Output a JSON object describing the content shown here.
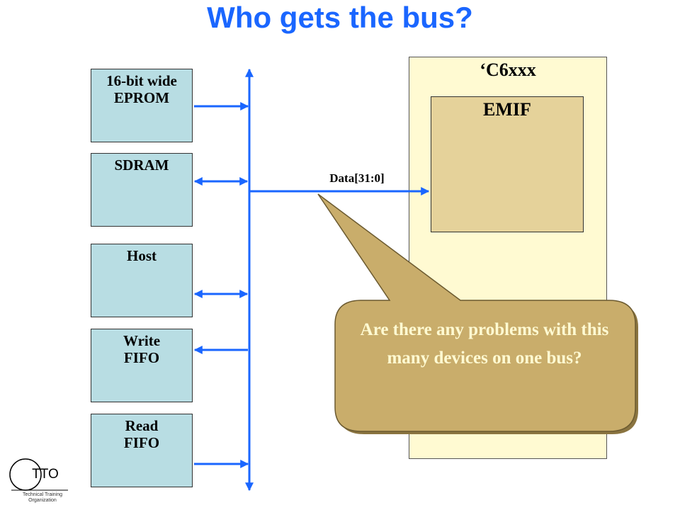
{
  "title": "Who gets the bus?",
  "devices": [
    {
      "label": "16-bit wide\nEPROM"
    },
    {
      "label": "SDRAM"
    },
    {
      "label": "Host"
    },
    {
      "label": "Write\nFIFO"
    },
    {
      "label": "Read\nFIFO"
    }
  ],
  "chip": {
    "label": "‘C6xxx",
    "emif_label": "EMIF"
  },
  "bus_label": "Data[31:0]",
  "callout": {
    "text": "Are there any problems with this many devices on one bus?"
  },
  "logo": {
    "mark": "TTO",
    "subtitle": "Technical Training\nOrganization"
  },
  "colors": {
    "title": "#1a66ff",
    "bus": "#1a66ff",
    "device_fill": "#b8dde3",
    "chip_fill": "#fffad2",
    "emif_fill": "#e5d29a",
    "callout_fill": "#c9ad6b",
    "callout_text": "#fffad2"
  }
}
